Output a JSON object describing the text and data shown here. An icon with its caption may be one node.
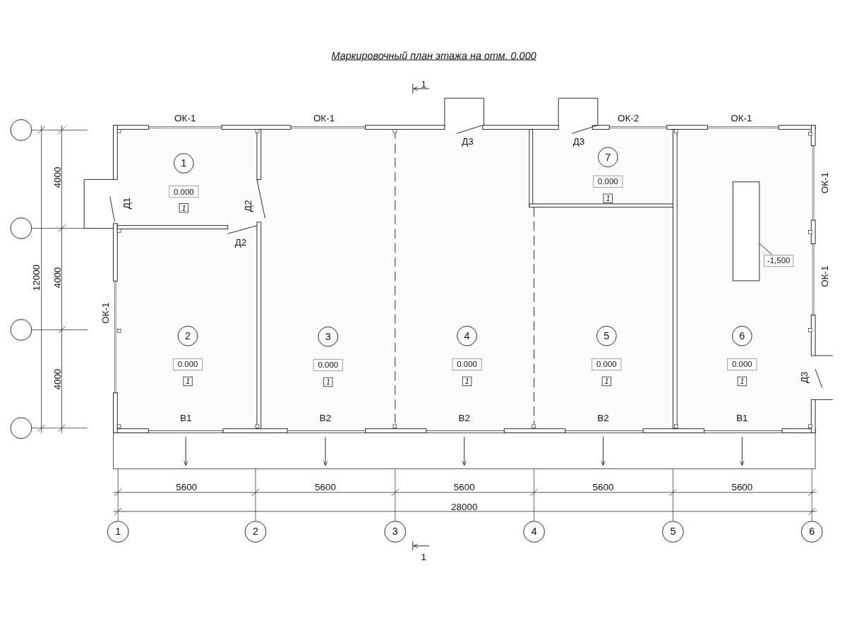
{
  "diagram": {
    "title": "Маркировочный план этажа на отм. 0.000",
    "nodes": [
      {
        "text": [
          "1"
        ]
      },
      {
        "text": [
          "1"
        ],
        "in": 0
      },
      {
        "text": [
          "0.000"
        ],
        "in": 0
      },
      {
        "text": [
          "1"
        ]
      },
      {
        "text": [
          "7"
        ],
        "in": 3
      },
      {
        "text": [
          "0.000"
        ],
        "in": 3
      },
      {
        "text": [
          "1"
        ]
      },
      {
        "text": [
          "2"
        ],
        "in": 6
      },
      {
        "text": [
          "0.000"
        ],
        "in": 6
      },
      {
        "text": [
          "1"
        ]
      },
      {
        "text": [
          "3"
        ],
        "in": 9
      },
      {
        "text": [
          "0.000"
        ],
        "in": 9
      },
      {
        "text": [
          "1"
        ]
      },
      {
        "text": [
          "4"
        ],
        "in": 12
      },
      {
        "text": [
          "0.000"
        ],
        "in": 12
      },
      {
        "text": [
          "1"
        ]
      },
      {
        "text": [
          "5"
        ],
        "in": 15
      },
      {
        "text": [
          "0.000"
        ],
        "in": 15
      },
      {
        "text": [
          "1"
        ]
      },
      {
        "text": [],
        "shape": "box",
        "in": 18
      },
      {
        "text": [
          "-1,500"
        ],
        "in": 18
      },
      {
        "text": [
          "6"
        ],
        "in": 18
      },
      {
        "text": [
          "0.000"
        ],
        "in": 18
      },
      {
        "text": [],
        "shape": "circle"
      },
      {
        "text": [],
        "shape": "circle"
      },
      {
        "text": [],
        "shape": "circle"
      },
      {
        "text": [],
        "shape": "circle"
      },
      {
        "text": [
          "1"
        ]
      },
      {
        "text": [
          "2"
        ]
      },
      {
        "text": [
          "3"
        ]
      },
      {
        "text": [
          "4"
        ]
      },
      {
        "text": [
          "5"
        ]
      },
      {
        "text": [
          "6"
        ]
      }
    ],
    "edges": [
      {
        "from": 20,
        "to": 19,
        "arrow": "none"
      }
    ],
    "labels": [
      "1",
      "ОК-1",
      "ОК-1",
      "Д3",
      "Д3",
      "ОК-2",
      "ОК-1",
      "4000",
      "Д1",
      "Д2",
      "Д2",
      "ОК-1",
      "12000",
      "4000",
      "ОК-1",
      "ОК-1",
      "4000",
      "Д3",
      "В1",
      "В2",
      "В2",
      "В2",
      "В1",
      "5600",
      "5600",
      "5600",
      "5600",
      "5600",
      "28000",
      "1"
    ]
  }
}
